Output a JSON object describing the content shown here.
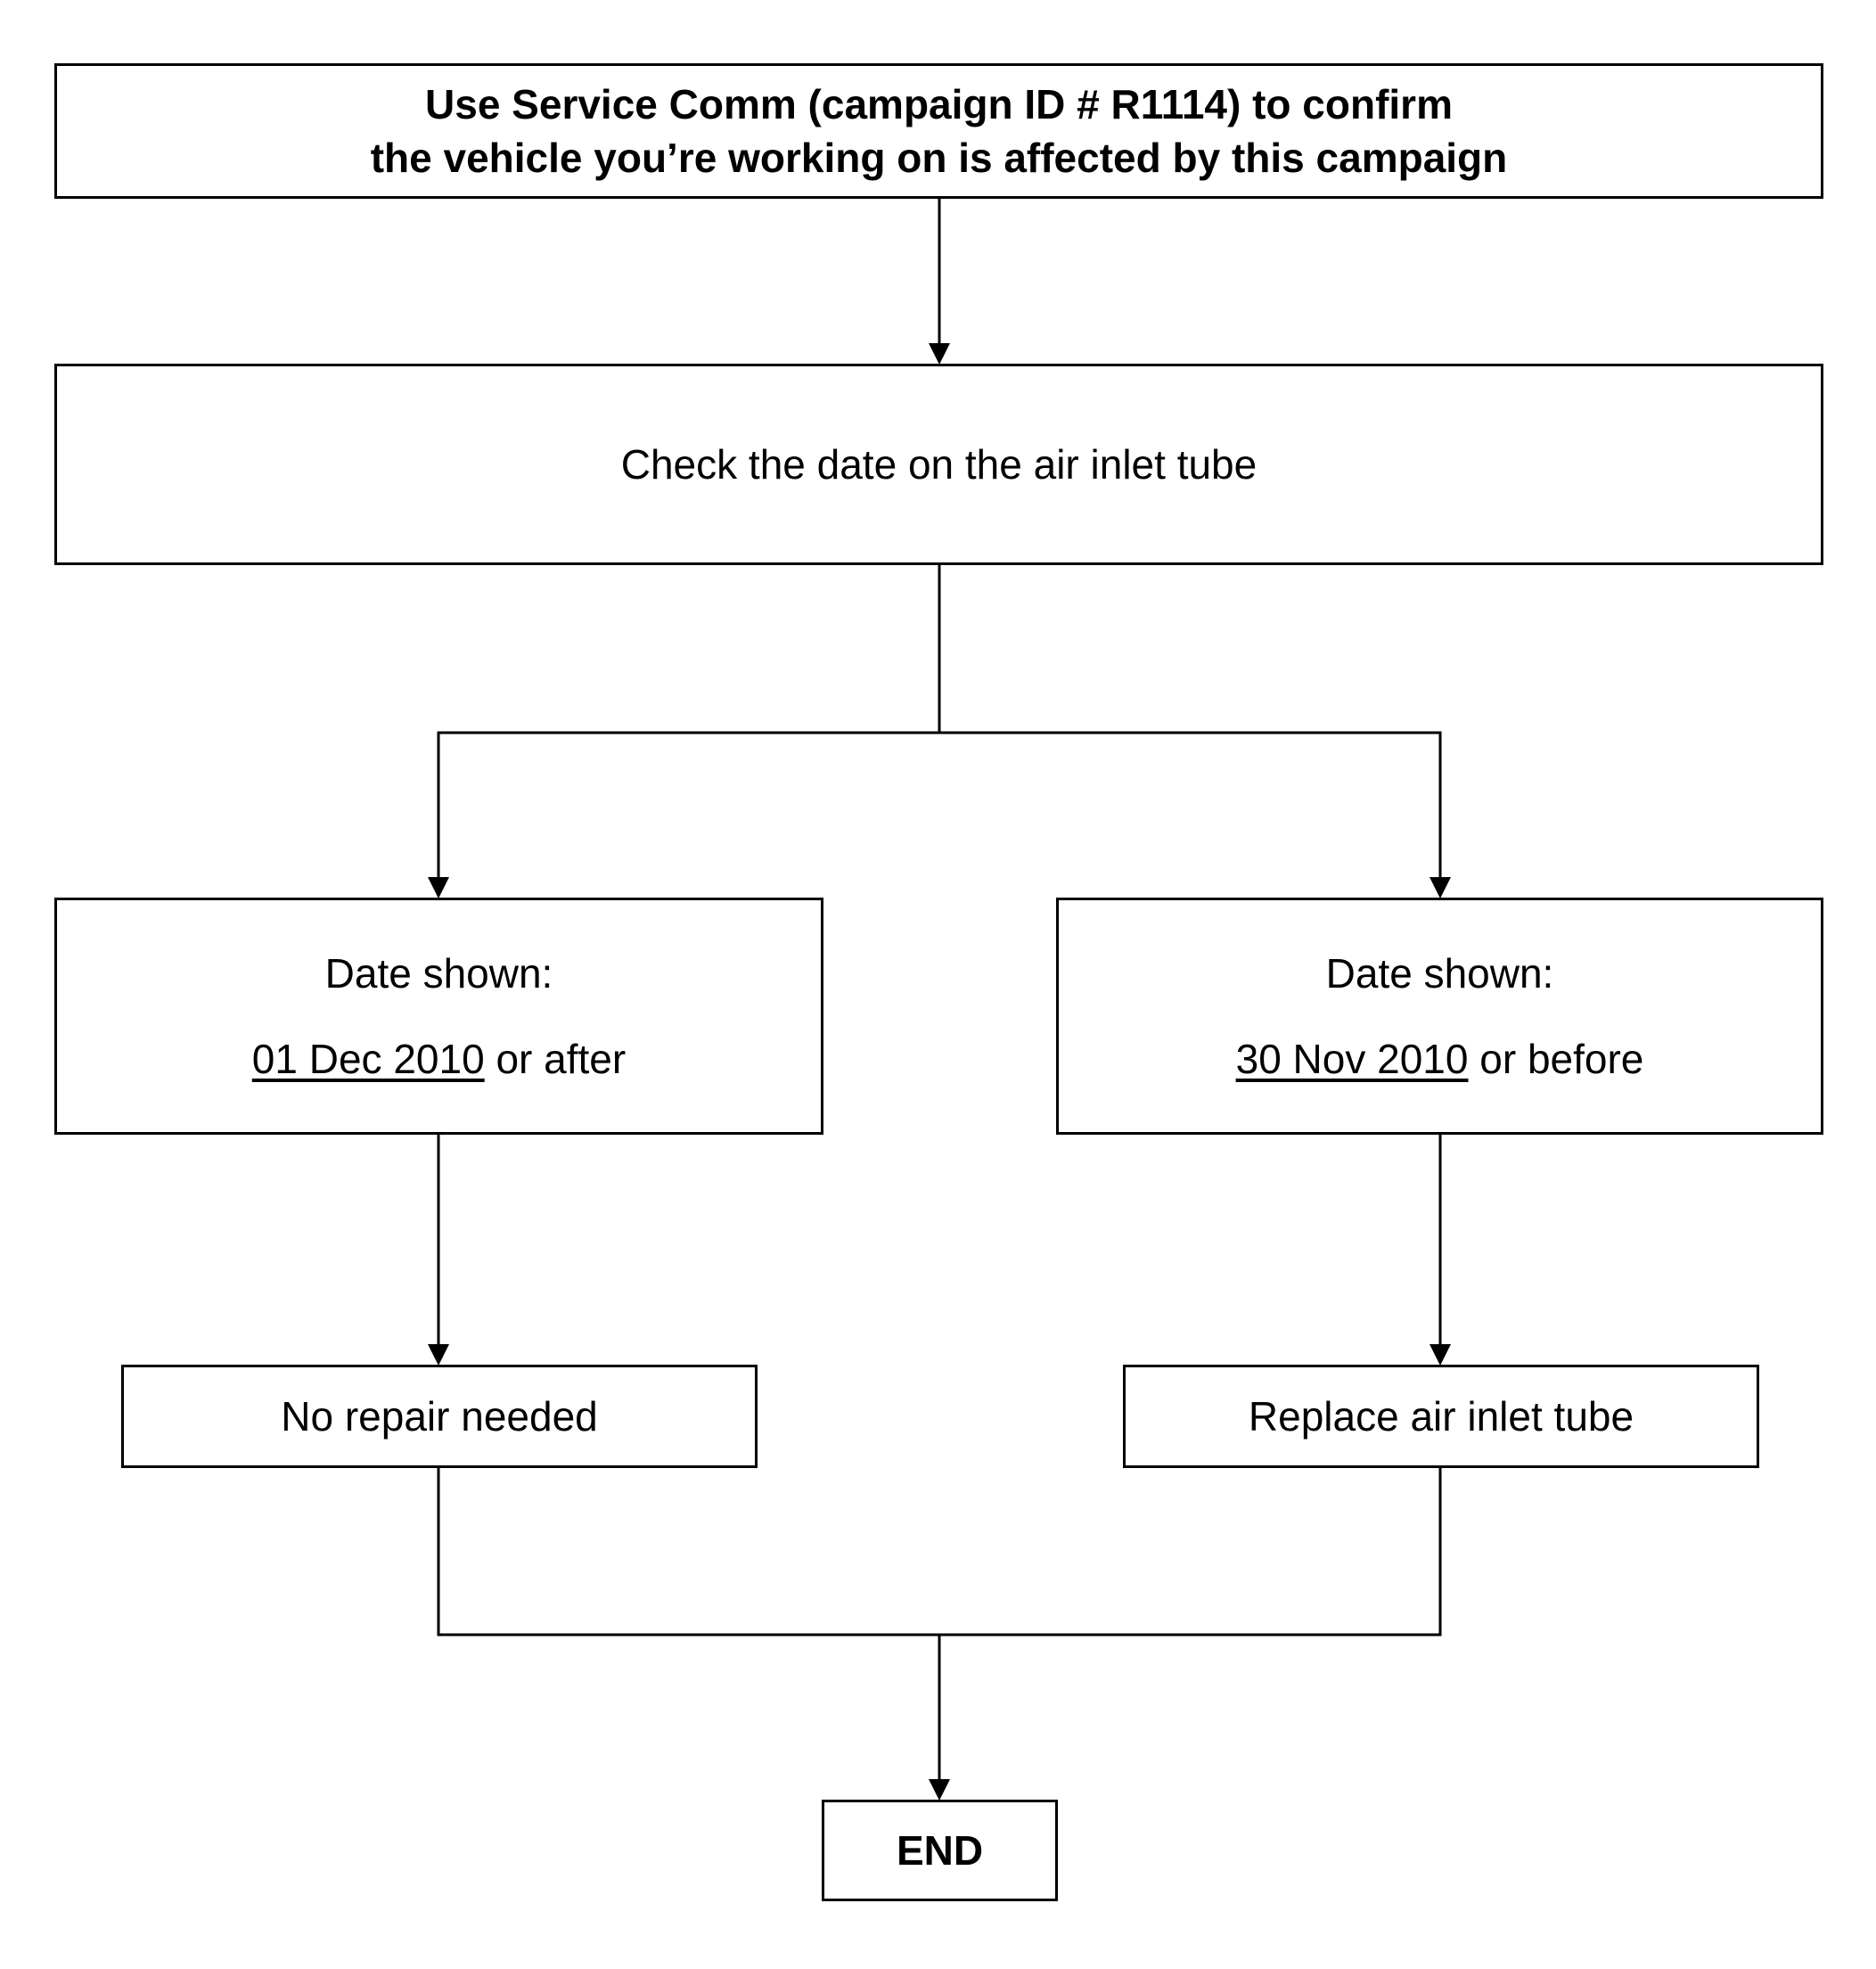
{
  "flowchart": {
    "start": {
      "line1": "Use Service Comm (campaign ID # R1114) to confirm",
      "line2": "the vehicle you’re working on is affected by this campaign"
    },
    "check": {
      "label": "Check the date on the air inlet tube"
    },
    "branch_after": {
      "heading": "Date shown:",
      "date": "01 Dec 2010",
      "suffix": " or after"
    },
    "branch_before": {
      "heading": "Date shown:",
      "date": "30 Nov 2010",
      "suffix": " or before"
    },
    "outcome_after": {
      "label": "No repair needed"
    },
    "outcome_before": {
      "label": "Replace air inlet tube"
    },
    "end": {
      "label": "END"
    }
  }
}
